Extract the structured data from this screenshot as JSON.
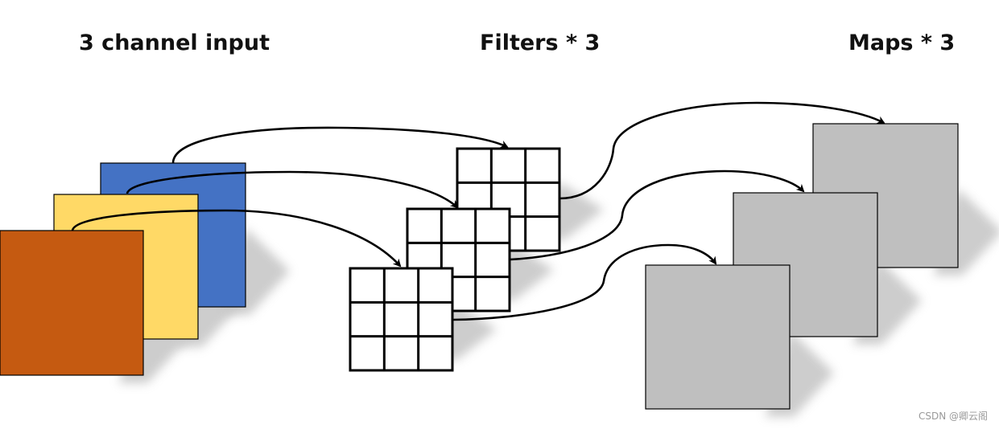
{
  "titles": {
    "input": "3 channel input",
    "filters": "Filters * 3",
    "maps": "Maps * 3"
  },
  "input_channels": [
    {
      "name": "blue-channel",
      "color": "#4472C4"
    },
    {
      "name": "yellow-channel",
      "color": "#FFD966"
    },
    {
      "name": "orange-channel",
      "color": "#C55A11"
    }
  ],
  "filters": {
    "count": 3,
    "grid": [
      3,
      3
    ],
    "fill": "#ffffff",
    "stroke": "#000000"
  },
  "maps": {
    "count": 3,
    "color": "#BFBFBF"
  },
  "connections": [
    {
      "from": "blue-channel",
      "to": "filter-1"
    },
    {
      "from": "yellow-channel",
      "to": "filter-2"
    },
    {
      "from": "orange-channel",
      "to": "filter-3"
    },
    {
      "from": "filter-1",
      "to": "map-1"
    },
    {
      "from": "filter-2",
      "to": "map-2"
    },
    {
      "from": "filter-3",
      "to": "map-3"
    }
  ],
  "watermark": "CSDN @卿云阁"
}
